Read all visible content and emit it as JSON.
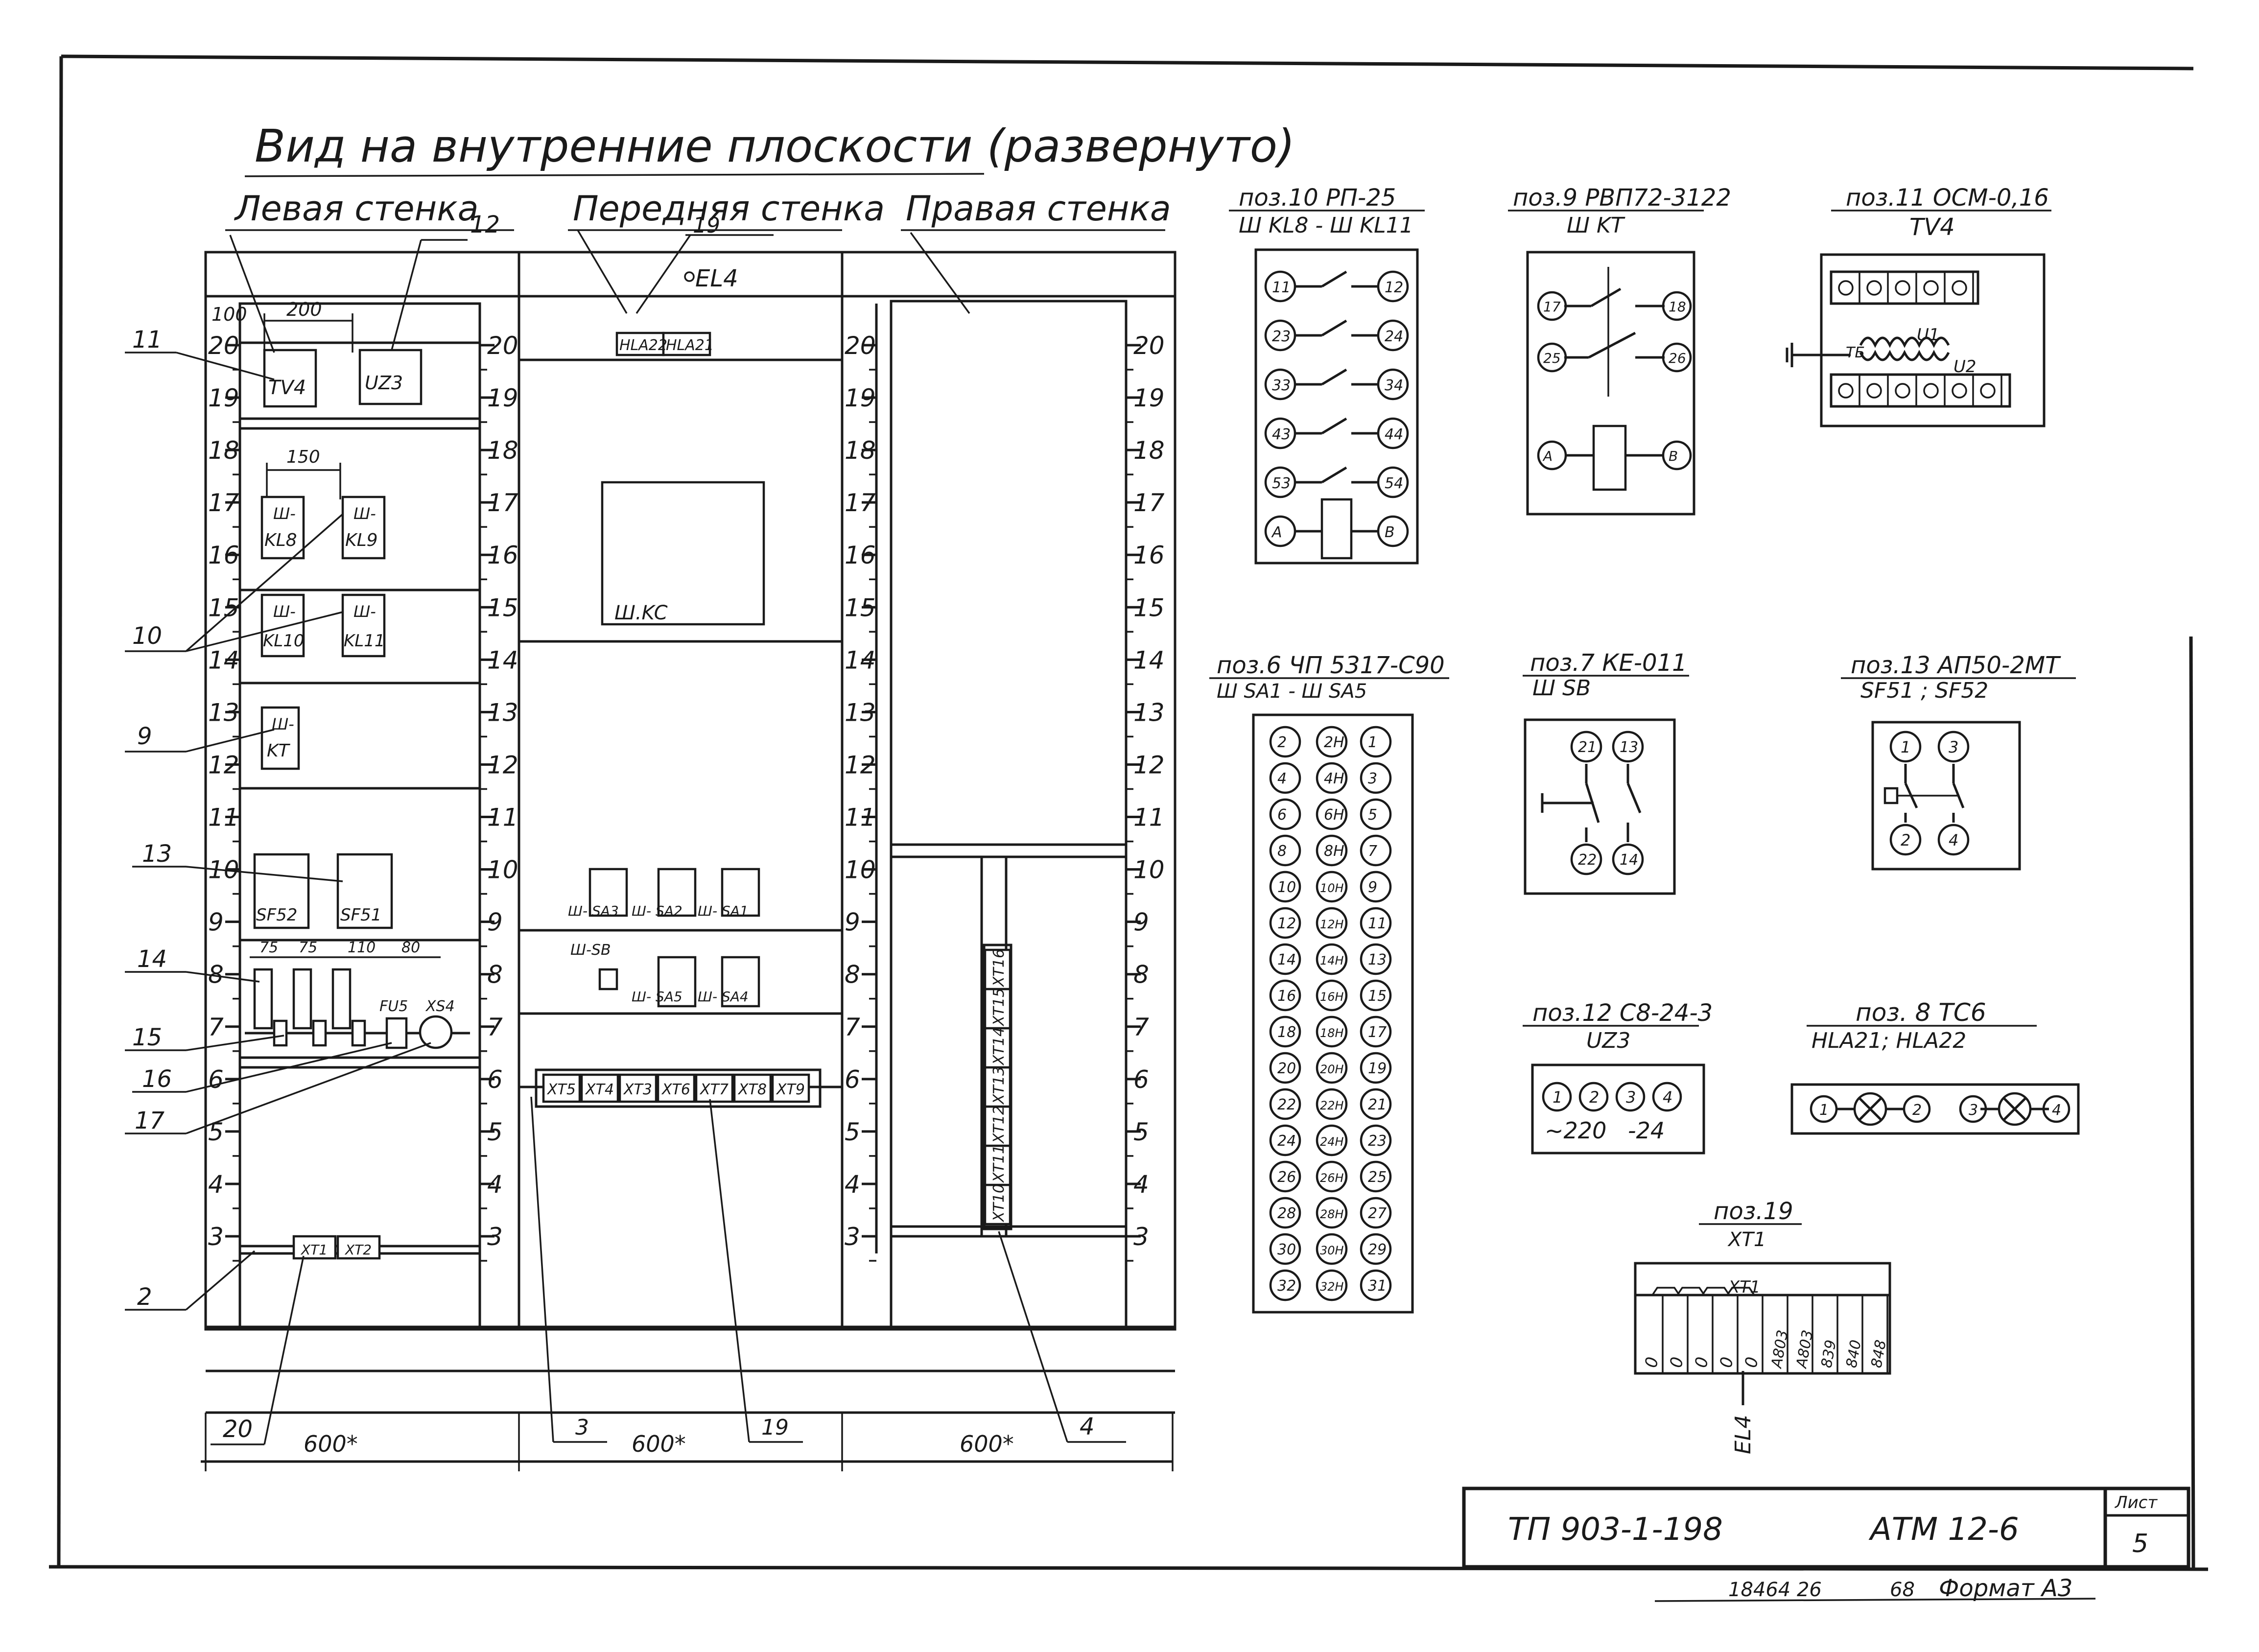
{
  "title": "Вид на внутренние плоскости (развернуто)",
  "walls": {
    "left": "Левая стенка",
    "front": "Передняя стенка",
    "right": "Правая стенка"
  },
  "rulers": {
    "left_marks": [
      "20",
      "19",
      "18",
      "17",
      "16",
      "15",
      "14",
      "13",
      "12",
      "11",
      "10",
      "9",
      "8",
      "7",
      "6",
      "5",
      "4",
      "3"
    ],
    "inner_marks": [
      "20",
      "19",
      "18",
      "17",
      "16",
      "15",
      "14",
      "13",
      "12",
      "11",
      "10",
      "9",
      "8",
      "7",
      "6",
      "5",
      "4",
      "3"
    ],
    "left_top_mark": "100"
  },
  "left_wall": {
    "dim_200": "200",
    "dim_150": "150",
    "dims_row": [
      "75",
      "75",
      "110",
      "80"
    ],
    "devices": {
      "tv4": "TV4",
      "uz3": "UZ3",
      "kl8_a": "Ш-",
      "kl8_b": "KL8",
      "kl9_a": "Ш-",
      "kl9_b": "KL9",
      "kl10_a": "Ш-",
      "kl10_b": "KL10",
      "kl11_a": "Ш-",
      "kl11_b": "KL11",
      "kt_a": "Ш-",
      "kt_b": "KT",
      "sf52": "SF52",
      "sf51": "SF51",
      "fu5": "FU5",
      "xs4": "XS4",
      "xt1": "XT1",
      "xt2": "XT2"
    },
    "callouts": [
      "11",
      "12",
      "10",
      "9",
      "13",
      "14",
      "15",
      "16",
      "17",
      "2",
      "20"
    ]
  },
  "front_wall": {
    "el4": "EL4",
    "hla22": "HLA22",
    "hla21": "HLA21",
    "kc": "Ш.KC",
    "sa3": "Ш- SA3",
    "sa2": "Ш- SA2",
    "sa1": "Ш- SA1",
    "sb": "Ш-SB",
    "sa5": "Ш- SA5",
    "sa4": "Ш- SA4",
    "terminals": [
      "XT5",
      "XT4",
      "XT3",
      "XT6",
      "XT7",
      "XT8",
      "XT9"
    ],
    "callouts": [
      "19",
      "3",
      "19"
    ]
  },
  "right_wall": {
    "terminals_vert": [
      "XT10",
      "XT11",
      "XT12",
      "XT13",
      "XT14",
      "XT15",
      "XT16"
    ],
    "callouts": [
      "4"
    ]
  },
  "bottom_dims": [
    "600*",
    "600*",
    "600*"
  ],
  "details": {
    "pos10": {
      "title": "поз.10 РП-25",
      "sub": "Ш KL8 - Ш KL11",
      "pins_left": [
        "11",
        "23",
        "33",
        "43",
        "53",
        "A"
      ],
      "pins_right": [
        "12",
        "24",
        "34",
        "44",
        "54",
        "B"
      ]
    },
    "pos9": {
      "title": "поз.9 РВП72-3122",
      "sub": "Ш KT",
      "pins_left": [
        "17",
        "25",
        "A"
      ],
      "pins_right": [
        "18",
        "26",
        "B"
      ]
    },
    "pos11": {
      "title": "поз.11 ОСМ-0,16",
      "sub": "TV4",
      "u1": "U1",
      "u2": "U2",
      "tb": "ТБ"
    },
    "pos6": {
      "title": "поз.6 ЧП 5317-С90",
      "sub": "Ш SA1 - Ш SA5",
      "col1": [
        "2",
        "4",
        "6",
        "8",
        "10",
        "12",
        "14",
        "16",
        "18",
        "20",
        "22",
        "24",
        "26",
        "28",
        "30",
        "32"
      ],
      "col2": [
        "2Н",
        "4Н",
        "6Н",
        "8Н",
        "10Н",
        "12Н",
        "14Н",
        "16Н",
        "18Н",
        "20Н",
        "22Н",
        "24Н",
        "26Н",
        "28Н",
        "30Н",
        "32Н"
      ],
      "col3": [
        "1",
        "3",
        "5",
        "7",
        "9",
        "11",
        "13",
        "15",
        "17",
        "19",
        "21",
        "23",
        "25",
        "27",
        "29",
        "31"
      ]
    },
    "pos7": {
      "title": "поз.7 КЕ-011",
      "sub": "Ш SB",
      "pins": [
        "21",
        "13",
        "22",
        "14"
      ]
    },
    "pos13": {
      "title": "поз.13 АП50-2МТ",
      "sub": "SF51 ; SF52",
      "pins": [
        "1",
        "3",
        "2",
        "4"
      ]
    },
    "pos12": {
      "title": "поз.12 С8-24-3",
      "sub": "UZ3",
      "pins": [
        "1",
        "2",
        "3",
        "4"
      ],
      "volt1": "~220",
      "volt2": "-24"
    },
    "pos8": {
      "title": "поз. 8 ТС6",
      "sub": "HLA21; HLA22",
      "pins": [
        "1",
        "2",
        "3",
        "4"
      ]
    },
    "pos19": {
      "title": "поз.19",
      "sub": "XT1",
      "inner": "XT1",
      "cells": [
        "0",
        "0",
        "0",
        "0",
        "0",
        "A803",
        "A803",
        "839",
        "840",
        "848"
      ],
      "el4": "EL4"
    }
  },
  "stamp": {
    "code": "ТП 903-1-198",
    "album": "АТМ 12-6",
    "sheet_label": "Лист",
    "sheet_no": "5",
    "bottom_left": "18464 26",
    "bottom_mid": "68",
    "format": "Формат А3"
  }
}
